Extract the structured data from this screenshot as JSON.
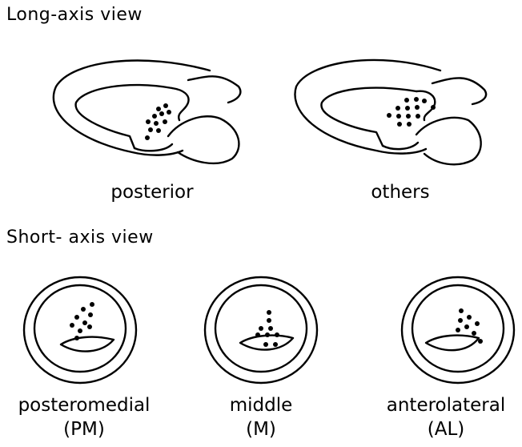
{
  "headings": {
    "long_axis": "Long-axis view",
    "short_axis": "Short- axis view"
  },
  "long_axis_labels": {
    "posterior": "posterior",
    "others": "others"
  },
  "short_axis_labels": {
    "pm": {
      "name": "posteromedial",
      "abbr": "(PM)"
    },
    "m": {
      "name": "middle",
      "abbr": "(M)"
    },
    "al": {
      "name": "anterolateral",
      "abbr": "(AL)"
    }
  }
}
